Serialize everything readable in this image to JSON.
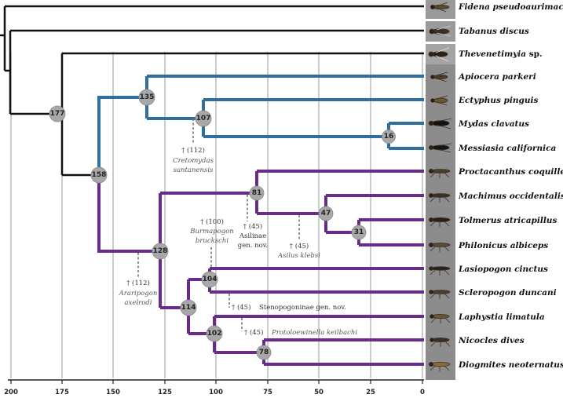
{
  "axis": {
    "ticks": [
      "200",
      "175",
      "150",
      "125",
      "100",
      "75",
      "50",
      "25",
      "0"
    ],
    "range": [
      200,
      0
    ]
  },
  "colors": {
    "outgroup": "#111111",
    "clade_blue": "#2f6f9f",
    "clade_purple": "#6a2c8a",
    "node_fill": "#a8a8a8",
    "grid": "#999999",
    "fossil_marker": "#777777"
  },
  "taxa": [
    {
      "name": "Fidena pseudoaurimaculata",
      "suffix": ""
    },
    {
      "name": "Tabanus discus",
      "suffix": ""
    },
    {
      "name": "Thevenetimyia",
      "suffix": " sp."
    },
    {
      "name": "Apiocera parkeri",
      "suffix": ""
    },
    {
      "name": "Ectyphus pinguis",
      "suffix": ""
    },
    {
      "name": "Mydas clavatus",
      "suffix": ""
    },
    {
      "name": "Messiasia californica",
      "suffix": ""
    },
    {
      "name": "Proctacanthus coquilletti",
      "suffix": ""
    },
    {
      "name": "Machimus occidentalis",
      "suffix": ""
    },
    {
      "name": "Tolmerus atricapillus",
      "suffix": ""
    },
    {
      "name": "Philonicus albiceps",
      "suffix": ""
    },
    {
      "name": "Lasiopogon cinctus",
      "suffix": ""
    },
    {
      "name": "Scleropogon duncani",
      "suffix": ""
    },
    {
      "name": "Laphystia limatula",
      "suffix": ""
    },
    {
      "name": "Nicocles dives",
      "suffix": ""
    },
    {
      "name": "Diogmites neoternatus",
      "suffix": ""
    }
  ],
  "nodes": {
    "n177": "177",
    "n158": "158",
    "n135": "135",
    "n107": "107",
    "n16": "16",
    "n128": "128",
    "n81": "81",
    "n47": "47",
    "n31": "31",
    "n114": "114",
    "n104": "104",
    "n102": "102",
    "n78": "78"
  },
  "fossils": {
    "cretomydas": {
      "age": "† (112)",
      "line1": "Cretomydas",
      "line2": "santanensis"
    },
    "burmapogon": {
      "age": "† (100)",
      "line1": "Burmapogon",
      "line2": "bruckschi"
    },
    "asilinae": {
      "age": "† (45)",
      "line1": "Asilinae",
      "line2": "gen. nov."
    },
    "asilus": {
      "age": "† (45)",
      "line1": "Asilus klebsi"
    },
    "araripogon": {
      "age": "† (112)",
      "line1": "Araripogon",
      "line2": "axelrodi"
    },
    "stenopogoninae": {
      "age": "† (45)",
      "line1": "Stenopogoninae gen. nov."
    },
    "protoloewinella": {
      "age": "† (45)",
      "line1": "Protoloewinella keilbachi"
    }
  }
}
